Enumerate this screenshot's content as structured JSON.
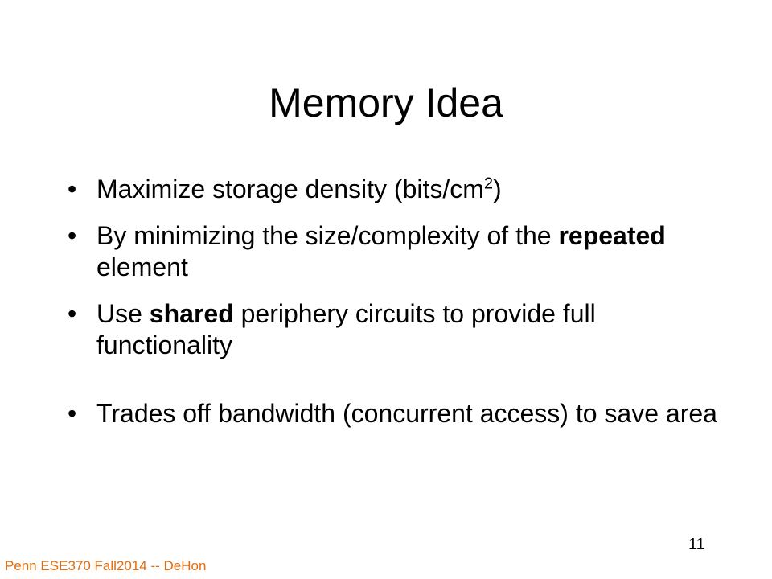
{
  "slide": {
    "title": "Memory Idea",
    "bullet_symbol": "•",
    "bullets": [
      {
        "text": "Maximize storage density (bits/cm",
        "sup": "2",
        "tail": ")"
      },
      {
        "pre": "By minimizing the size/complexity of the ",
        "bold": "repeated",
        "post": " element"
      },
      {
        "pre": "Use ",
        "bold": "shared",
        "post": " periphery circuits to provide full functionality"
      },
      {
        "text": "Trades off bandwidth (concurrent access) to save area"
      }
    ],
    "footer": "Penn ESE370 Fall2014 -- DeHon",
    "page_number": "11"
  }
}
